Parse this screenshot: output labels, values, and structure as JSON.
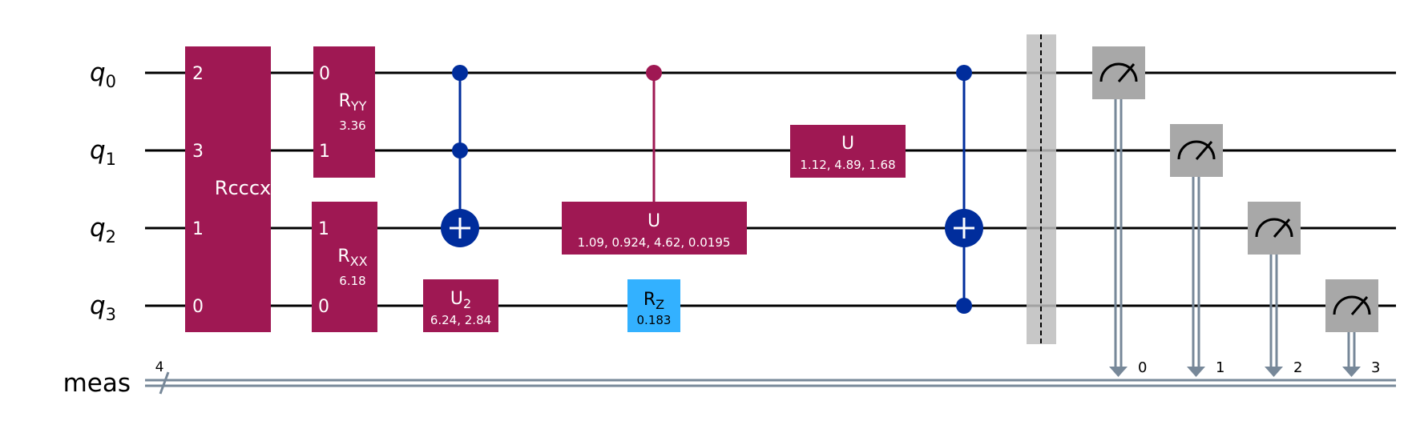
{
  "colors": {
    "gate_magenta": "#9F1853",
    "gate_blue": "#33B1FF",
    "control_blue": "#002D9C",
    "measure_gray": "#A8A8A8",
    "classical_gray": "#778899",
    "barrier_gray": "#BDBDBD",
    "wire": "#000000",
    "white": "#FFFFFF"
  },
  "qubits": [
    {
      "label_base": "q",
      "label_sub": "0"
    },
    {
      "label_base": "q",
      "label_sub": "1"
    },
    {
      "label_base": "q",
      "label_sub": "2"
    },
    {
      "label_base": "q",
      "label_sub": "3"
    }
  ],
  "classical_register": {
    "label": "meas",
    "width": "4"
  },
  "gates": {
    "rcccx": {
      "label": "Rcccx",
      "pins": [
        "2",
        "3",
        "1",
        "0"
      ]
    },
    "ryy": {
      "label_base": "R",
      "label_sub": "YY",
      "param": "3.36",
      "pins": [
        "0",
        "1"
      ]
    },
    "rxx": {
      "label_base": "R",
      "label_sub": "XX",
      "param": "6.18",
      "pins": [
        "1",
        "0"
      ]
    },
    "u2": {
      "label_base": "U",
      "label_sub": "2",
      "param": "6.24, 2.84"
    },
    "u_q2": {
      "label": "U",
      "param": "1.09, 0.924, 4.62, 0.0195"
    },
    "rz": {
      "label_base": "R",
      "label_sub": "Z",
      "param": "0.183"
    },
    "u_q1": {
      "label": "U",
      "param": "1.12, 4.89, 1.68"
    }
  },
  "measurements": [
    {
      "qubit": "q0",
      "cbit": "0"
    },
    {
      "qubit": "q1",
      "cbit": "1"
    },
    {
      "qubit": "q2",
      "cbit": "2"
    },
    {
      "qubit": "q3",
      "cbit": "3"
    }
  ],
  "icons": {
    "measure": "meter-icon",
    "control": "control-dot-icon",
    "target": "cnot-target-icon"
  }
}
